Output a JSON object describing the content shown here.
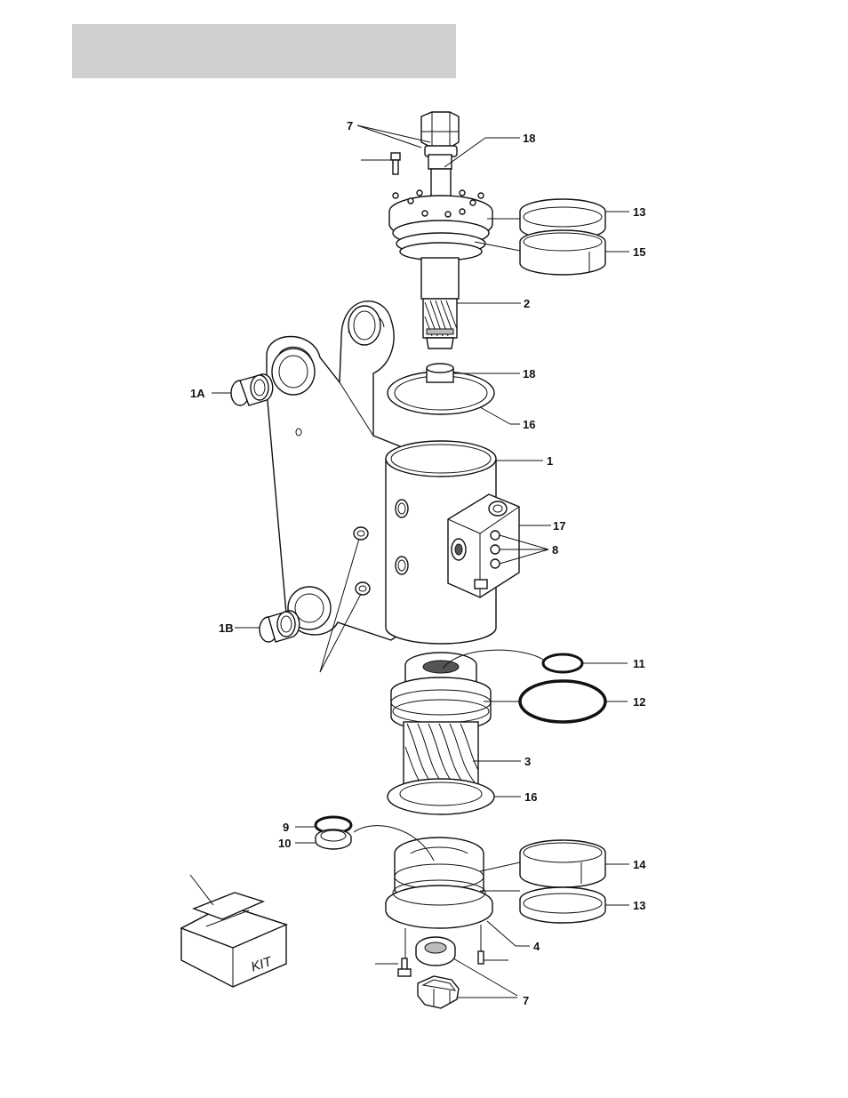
{
  "header": {
    "color": "#d0d0d0"
  },
  "labels": {
    "l7_top": "7",
    "l18_top": "18",
    "l13_top": "13",
    "l15": "15",
    "l2": "2",
    "l18_mid": "18",
    "l1a": "1A",
    "l16_top": "16",
    "l1": "1",
    "l17": "17",
    "l8": "8",
    "l1b": "1B",
    "l11": "11",
    "l12": "12",
    "l3": "3",
    "l16_bot": "16",
    "l9": "9",
    "l10": "10",
    "l14": "14",
    "l13_bot": "13",
    "l4": "4",
    "l7_bot": "7"
  },
  "kit_box": {
    "text": "KIT"
  },
  "icons": {
    "kit": "box-icon"
  }
}
